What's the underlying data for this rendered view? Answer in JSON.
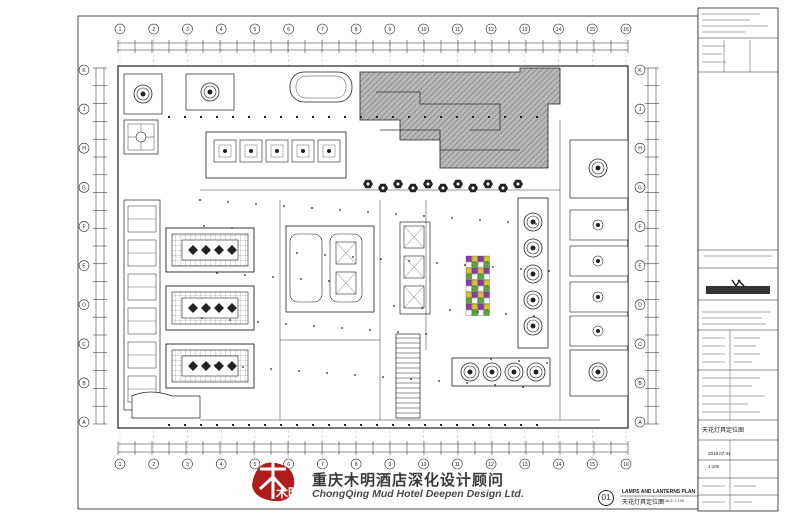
{
  "watermark": {
    "company_cn": "重庆木明酒店深化设计顾问",
    "company_en": "ChongQing Mud Hotel Deepen Design Ltd.",
    "logo_glyph": "木明",
    "logo_color": "#b01c1c"
  },
  "drawing": {
    "title_en": "LAMPS AND LANTERNS PLAN",
    "title_cn": "天花灯具定位图",
    "scale": "SCALE 1:100",
    "number": "01"
  },
  "title_block": {
    "sheet_name": "天花灯具定位图",
    "date": "2018.07.31",
    "scale": "1:100"
  },
  "axes": {
    "columns": [
      "1",
      "2",
      "3",
      "4",
      "5",
      "6",
      "7",
      "8",
      "9",
      "10",
      "11",
      "12",
      "13",
      "14",
      "15",
      "16"
    ],
    "rows": [
      "A",
      "B",
      "C",
      "D",
      "E",
      "F",
      "G",
      "H",
      "J",
      "K"
    ]
  },
  "colors": {
    "line": "#1a1a1a",
    "hatch": "#9a9a9a",
    "purple": "#8b3aa8",
    "green": "#5aa838",
    "yellow": "#d7c22a"
  }
}
